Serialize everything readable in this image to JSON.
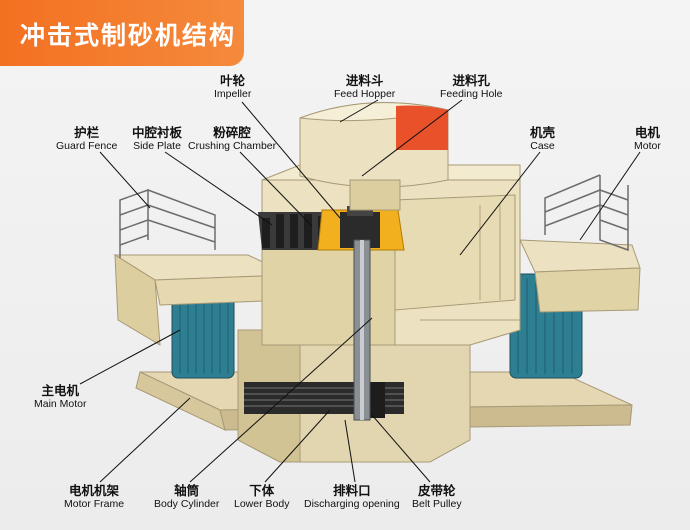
{
  "title": "冲击式制砂机结构",
  "labels": {
    "impeller": {
      "cn": "叶轮",
      "en": "Impeller"
    },
    "feed_hopper": {
      "cn": "进料斗",
      "en": "Feed Hopper"
    },
    "feeding_hole": {
      "cn": "进料孔",
      "en": "Feeding Hole"
    },
    "guard_fence": {
      "cn": "护栏",
      "en": "Guard Fence"
    },
    "side_plate": {
      "cn": "中腔衬板",
      "en": "Side Plate"
    },
    "crushing_chamber": {
      "cn": "粉碎腔",
      "en": "Crushing Chamber"
    },
    "case": {
      "cn": "机壳",
      "en": "Case"
    },
    "motor": {
      "cn": "电机",
      "en": "Motor"
    },
    "main_motor": {
      "cn": "主电机",
      "en": "Main Motor"
    },
    "motor_frame": {
      "cn": "电机机架",
      "en": "Motor Frame"
    },
    "body_cylinder": {
      "cn": "轴筒",
      "en": "Body Cylinder"
    },
    "lower_body": {
      "cn": "下体",
      "en": "Lower Body"
    },
    "discharging_opening": {
      "cn": "排料口",
      "en": "Discharging opening"
    },
    "belt_pulley": {
      "cn": "皮带轮",
      "en": "Belt Pulley"
    }
  },
  "colors": {
    "title_bg": "#f37021",
    "body": "#ece2c1",
    "body_shade": "#d7c8a0",
    "impeller": "#f2b01e",
    "motor": "#2f7f93",
    "hopper_red": "#e8512a",
    "dark": "#2b2b2b"
  }
}
